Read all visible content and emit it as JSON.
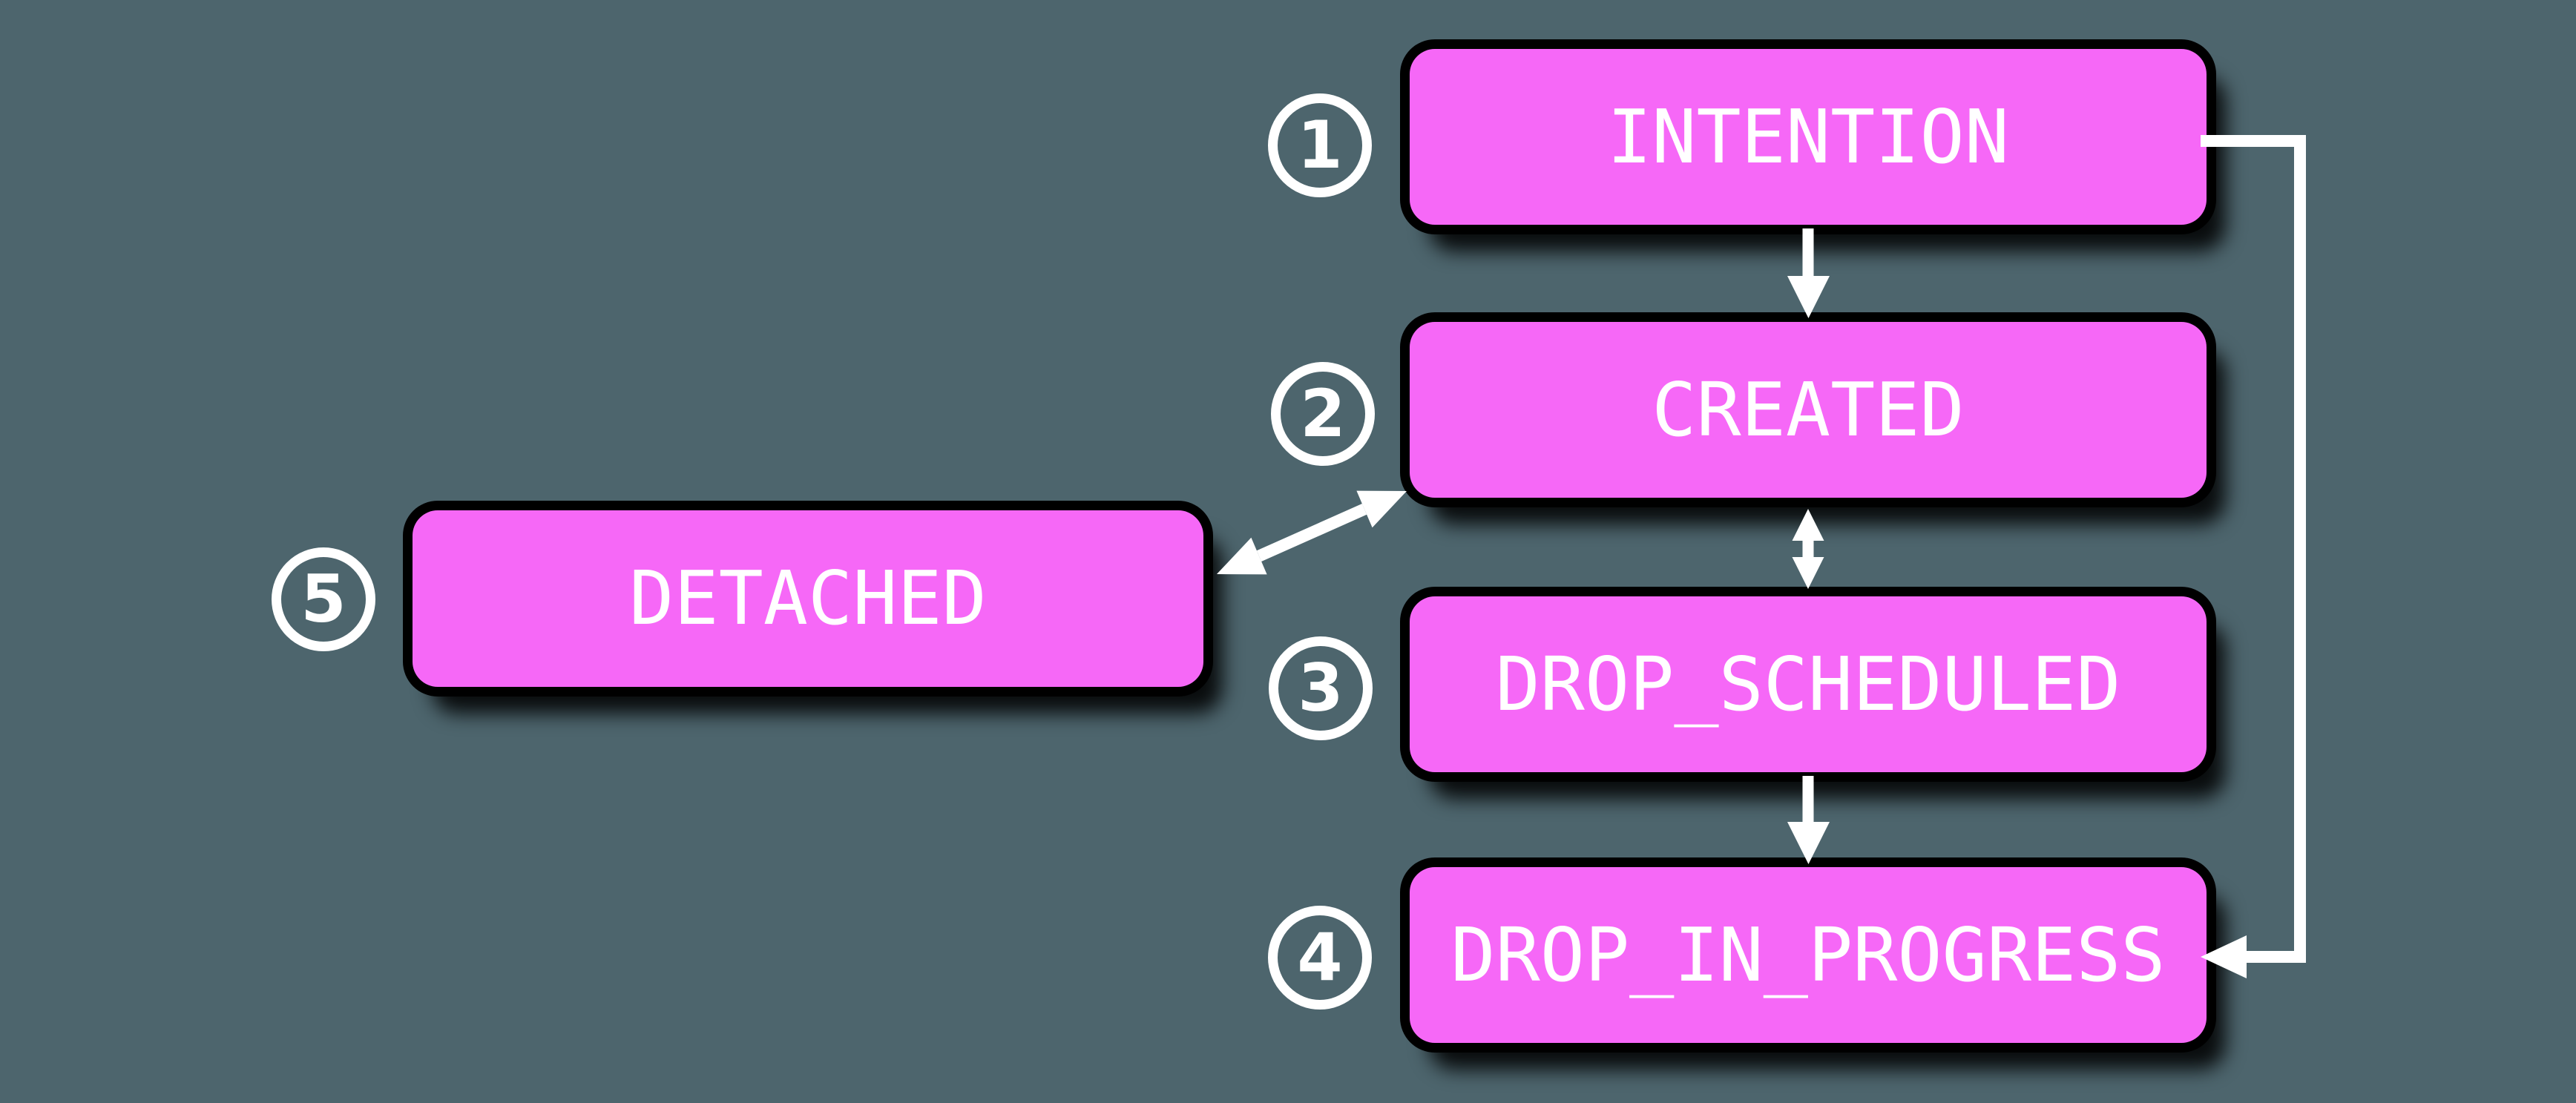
{
  "colors": {
    "background": "#4d656d",
    "state_fill": "#f668f7",
    "state_text": "#ffffff",
    "shadow": "#000000",
    "connector": "#ffffff"
  },
  "states": [
    {
      "number": "1",
      "label": "INTENTION"
    },
    {
      "number": "2",
      "label": "CREATED"
    },
    {
      "number": "3",
      "label": "DROP_SCHEDULED"
    },
    {
      "number": "4",
      "label": "DROP_IN_PROGRESS"
    },
    {
      "number": "5",
      "label": "DETACHED"
    }
  ],
  "connections": [
    {
      "from": "INTENTION",
      "to": "CREATED",
      "type": "arrow-down"
    },
    {
      "from": "CREATED",
      "to": "DROP_SCHEDULED",
      "type": "arrow-bidirectional-vertical"
    },
    {
      "from": "DROP_SCHEDULED",
      "to": "DROP_IN_PROGRESS",
      "type": "arrow-down"
    },
    {
      "from": "INTENTION",
      "to": "DROP_IN_PROGRESS",
      "type": "elbow-right-side-arrow"
    },
    {
      "from": "CREATED",
      "to": "DETACHED",
      "type": "arrow-bidirectional-diagonal"
    }
  ]
}
